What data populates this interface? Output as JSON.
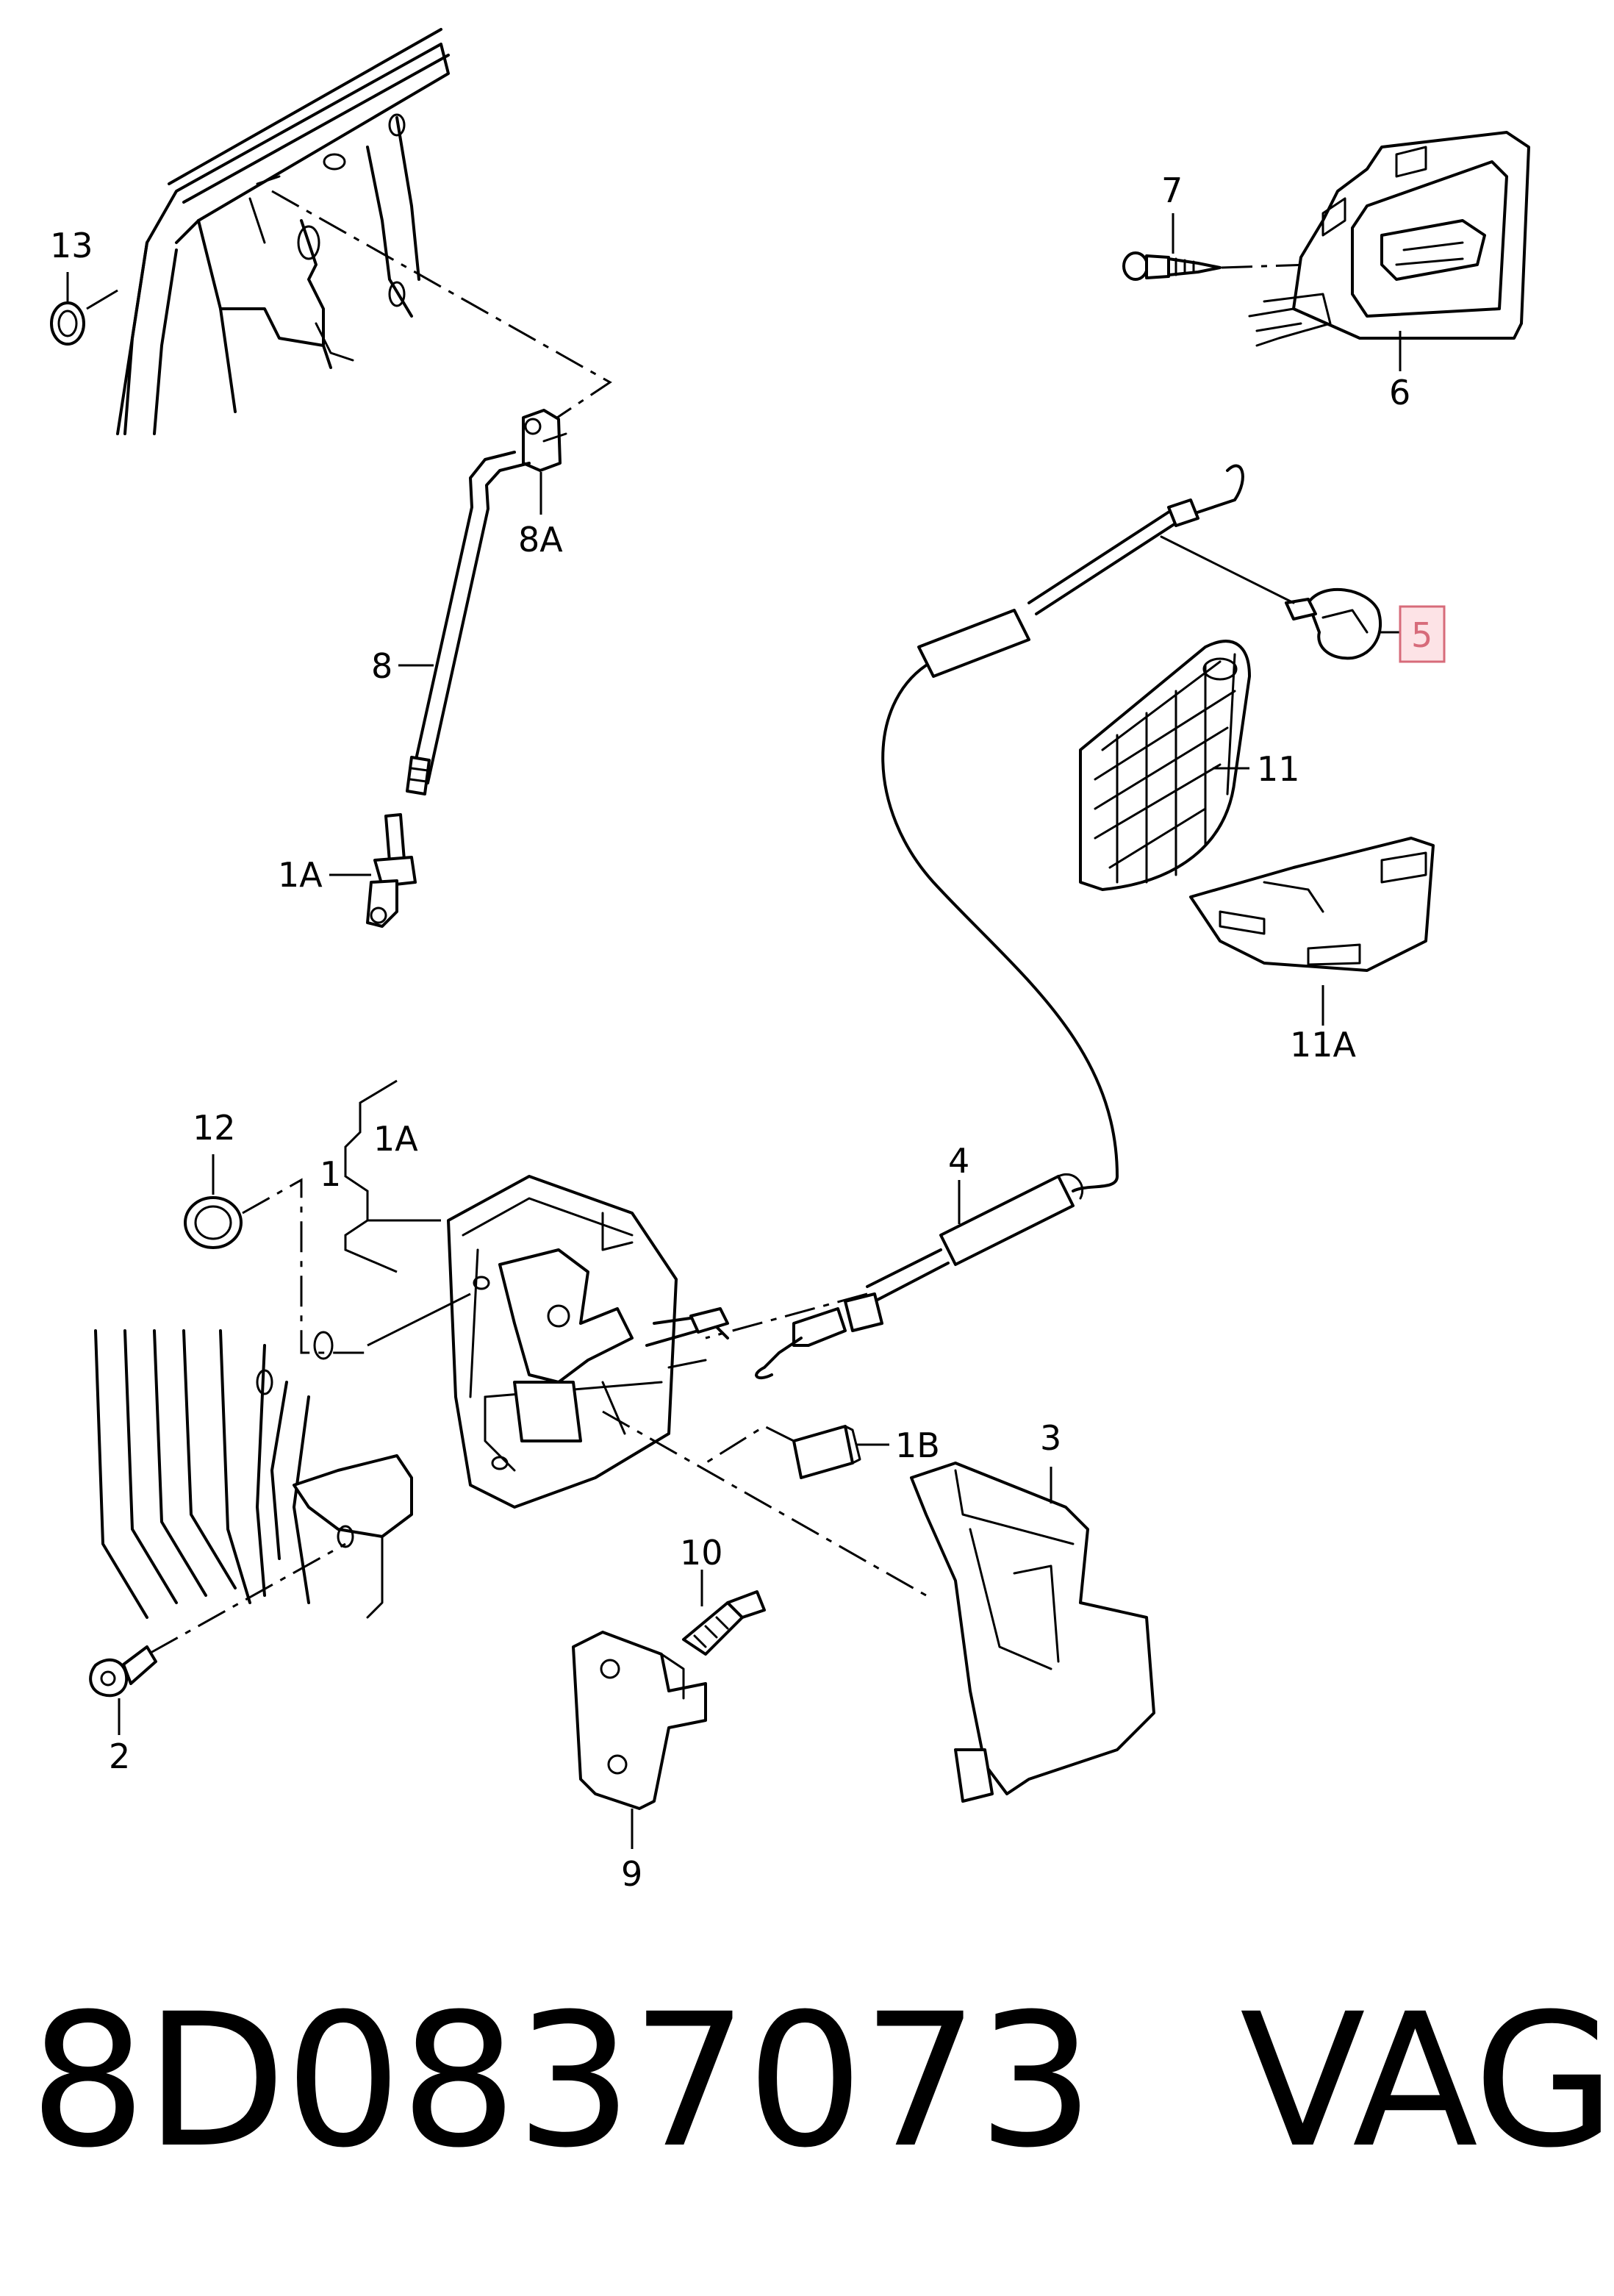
{
  "diagram": {
    "callouts": [
      {
        "id": "c13",
        "label": "13"
      },
      {
        "id": "c7",
        "label": "7"
      },
      {
        "id": "c6",
        "label": "6"
      },
      {
        "id": "c8A",
        "label": "8A"
      },
      {
        "id": "c5",
        "label": "5",
        "highlighted": true
      },
      {
        "id": "c8",
        "label": "8"
      },
      {
        "id": "c11",
        "label": "11"
      },
      {
        "id": "c1A_top",
        "label": "1A"
      },
      {
        "id": "c11A",
        "label": "11A"
      },
      {
        "id": "c12",
        "label": "12"
      },
      {
        "id": "c1A_mid",
        "label": "1A"
      },
      {
        "id": "c1",
        "label": "1"
      },
      {
        "id": "c4",
        "label": "4"
      },
      {
        "id": "c1B",
        "label": "1B"
      },
      {
        "id": "c3",
        "label": "3"
      },
      {
        "id": "c10",
        "label": "10"
      },
      {
        "id": "c2",
        "label": "2"
      },
      {
        "id": "c9",
        "label": "9"
      }
    ],
    "highlight_color": "#d76b7a",
    "highlight_fill": "#fde3e6"
  },
  "caption": {
    "part_number": "8D0837073",
    "brand": "VAG"
  }
}
